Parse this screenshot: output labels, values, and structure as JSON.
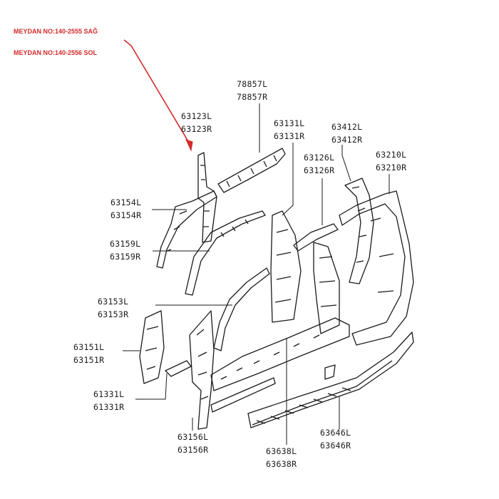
{
  "notes": {
    "right_part": "MEYDAN NO:140-2555 SAĞ",
    "left_part": "MEYDAN NO:140-2556 SOL"
  },
  "callouts": {
    "c78857": [
      "78857L",
      "78857R"
    ],
    "c63123": [
      "63123L",
      "63123R"
    ],
    "c63131": [
      "63131L",
      "63131R"
    ],
    "c63412": [
      "63412L",
      "63412R"
    ],
    "c63126": [
      "63126L",
      "63126R"
    ],
    "c63210": [
      "63210L",
      "63210R"
    ],
    "c63154": [
      "63154L",
      "63154R"
    ],
    "c63159": [
      "63159L",
      "63159R"
    ],
    "c63153": [
      "63153L",
      "63153R"
    ],
    "c63151": [
      "63151L",
      "63151R"
    ],
    "c61331": [
      "61331L",
      "61331R"
    ],
    "c63156": [
      "63156L",
      "63156R"
    ],
    "c63638": [
      "63638L",
      "63638R"
    ],
    "c63646": [
      "63646L",
      "63646R"
    ]
  },
  "colors": {
    "accent": "#d42a2a",
    "ink": "#1a1a1a"
  }
}
